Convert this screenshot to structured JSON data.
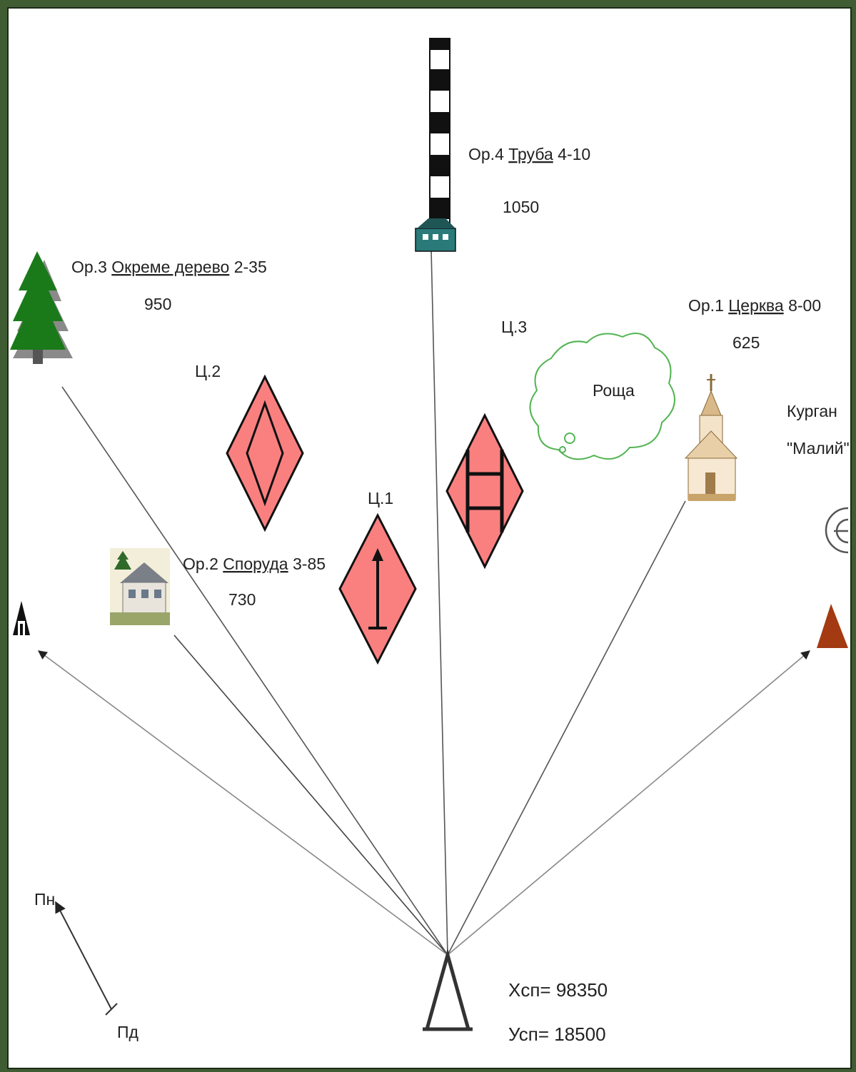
{
  "landmarks": {
    "op1": {
      "prefix": "Ор.1",
      "name": "Церква",
      "bearing": "8-00",
      "distance": "625"
    },
    "op2": {
      "prefix": "Ор.2",
      "name": "Споруда",
      "bearing": "3-85",
      "distance": "730"
    },
    "op3": {
      "prefix": "Ор.3",
      "name": "Окреме дерево",
      "bearing": "2-35",
      "distance": "950"
    },
    "op4": {
      "prefix": "Ор.4",
      "name": "Труба",
      "bearing": "4-10",
      "distance": "1050"
    }
  },
  "targets": {
    "c1": "Ц.1",
    "c2": "Ц.2",
    "c3": "Ц.3"
  },
  "features": {
    "grove": "Роща",
    "mound_line1": "Курган",
    "mound_line2": "\"Малий\""
  },
  "directions": {
    "pn": "Пн",
    "pd": "Пд"
  },
  "observation_post": {
    "x_label": "Хсп= 98350",
    "y_label": "Усп= 18500"
  },
  "colors": {
    "target_fill": "#fa8080",
    "tree_green": "#1a7a1a",
    "grove_outline": "#52b452",
    "mound_brown": "#a33a12",
    "frame_green": "#3f5c33"
  }
}
